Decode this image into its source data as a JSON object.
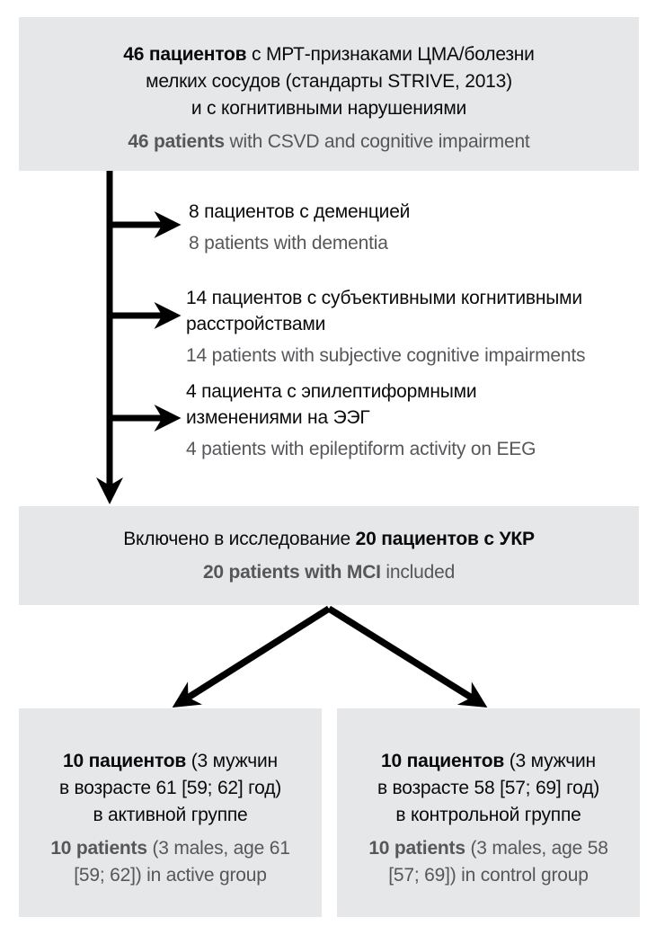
{
  "colors": {
    "box_background": "#e6e7e8",
    "text_primary": "#0a0a0a",
    "text_secondary": "#56575a",
    "arrow": "#000000"
  },
  "top_box": {
    "ru_line1_bold": "46 пациентов",
    "ru_line1_rest": " с МРТ-признаками ЦМА/болезни",
    "ru_line2": "мелких сосудов (стандарты STRIVE, 2013)",
    "ru_line3": "и с когнитивными нарушениями",
    "en_bold": "46 patients",
    "en_rest": " with CSVD and cognitive impairment"
  },
  "exclusions": [
    {
      "ru_line1": "8 пациентов с деменцией",
      "en": "8 patients with dementia"
    },
    {
      "ru_line1": "14 пациентов с субъективными когнитивными",
      "ru_line2": "расстройствами",
      "en": "14 patients with subjective cognitive impairments"
    },
    {
      "ru_line1": "4 пациента с эпилептиформными",
      "ru_line2": "изменениями на ЭЭГ",
      "en": "4 patients with epileptiform activity on EEG"
    }
  ],
  "included_box": {
    "ru_regular": "Включено в исследование ",
    "ru_bold": "20 пациентов с УКР",
    "en_bold": "20 patients with MCI",
    "en_regular": " included"
  },
  "active_group_box": {
    "ru_line1_bold": "10 пациентов",
    "ru_line1_rest": " (3 мужчин",
    "ru_line2": "в возрасте 61 [59; 62] год)",
    "ru_line3": "в активной группе",
    "en_line1_bold": "10 patients",
    "en_line1_rest": " (3 males, age 61",
    "en_line2": "[59; 62]) in active group"
  },
  "control_group_box": {
    "ru_line1_bold": "10 пациентов",
    "ru_line1_rest": " (3 мужчин",
    "ru_line2": "в возрасте 58 [57; 69] год)",
    "ru_line3": "в контрольной группе",
    "en_line1_bold": "10 patients",
    "en_line1_rest": " (3 males, age 58",
    "en_line2": "[57; 69]) in control group"
  }
}
